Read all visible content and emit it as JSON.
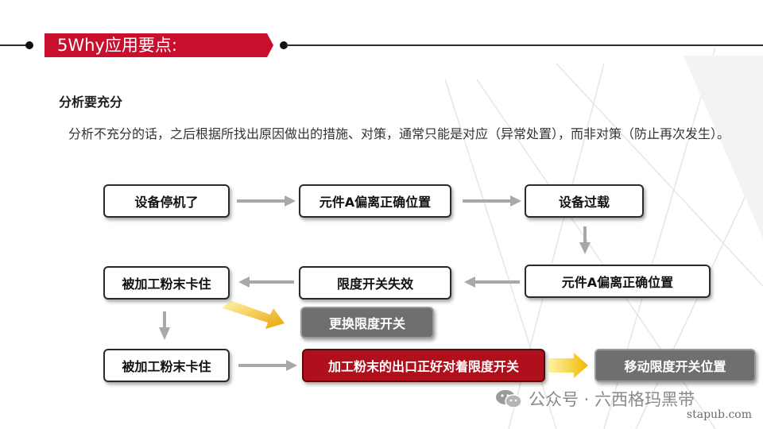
{
  "header": {
    "title": "5Why应用要点:"
  },
  "subheading": "分析要充分",
  "body_text": "分析不充分的话，之后根据所找出原因做出的措施、对策，通常只能是对应（异常处置），而非对策（防止再次发生）。",
  "flow": {
    "boxes": [
      {
        "id": "b1",
        "label": "设备停机了"
      },
      {
        "id": "b2",
        "label": "元件A偏离正确位置"
      },
      {
        "id": "b3",
        "label": "设备过载"
      },
      {
        "id": "b4",
        "label": "元件A偏离正确位置"
      },
      {
        "id": "b5",
        "label": "限度开关失效"
      },
      {
        "id": "b6",
        "label": "被加工粉末卡住"
      },
      {
        "id": "b7",
        "label": "更换限度开关"
      },
      {
        "id": "b8",
        "label": "被加工粉末卡住"
      },
      {
        "id": "b9",
        "label": "加工粉末的出口正好对着限度开关"
      },
      {
        "id": "b10",
        "label": "移动限度开关位置"
      }
    ]
  },
  "watermark": {
    "text": "公众号 · 六西格玛黑带",
    "site": "stapub.com"
  },
  "colors": {
    "accent": "#c8102e",
    "box_red": "#b0101c",
    "box_gray": "#6f6f6f",
    "arrow_gray": "#a8a8a8",
    "arrow_yellow": "#f2c200"
  }
}
